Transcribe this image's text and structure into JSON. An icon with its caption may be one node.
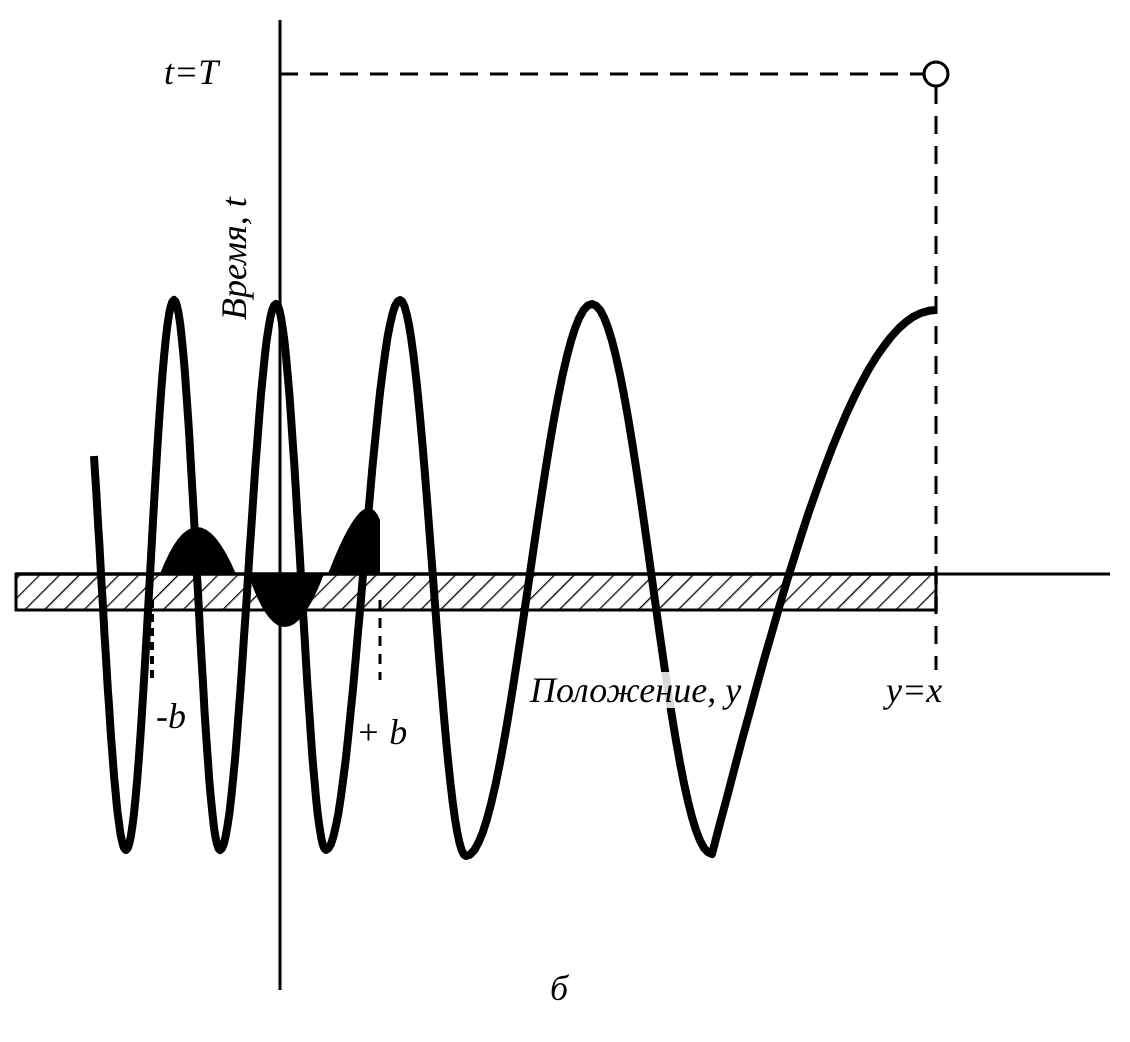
{
  "diagram": {
    "labels": [
      "t=T",
      "Время, t",
      "-b",
      "+ b",
      "Положение, y",
      "y=x",
      "б"
    ]
  }
}
